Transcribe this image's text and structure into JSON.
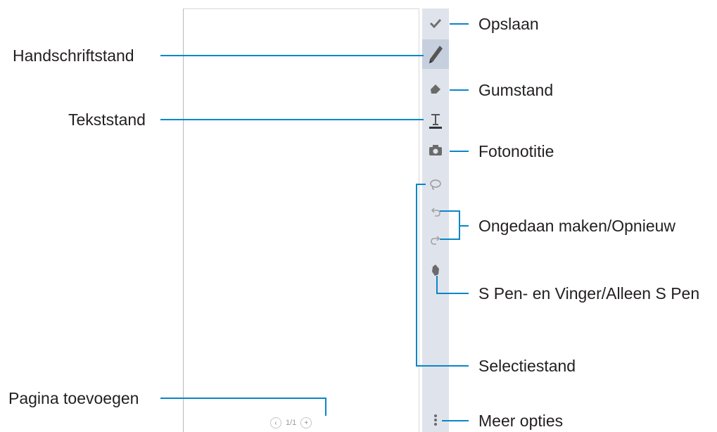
{
  "labels": {
    "save": "Opslaan",
    "handwriting": "Handschriftstand",
    "eraser": "Gumstand",
    "text": "Tekststand",
    "photo": "Fotonotitie",
    "undo_redo": "Ongedaan maken/Opnieuw",
    "pen_mode": "S Pen- en Vinger/Alleen S Pen",
    "selection": "Selectiestand",
    "add_page": "Pagina toevoegen",
    "more_options": "Meer opties"
  },
  "toolbar": {
    "icons": [
      "check-icon",
      "pen-icon",
      "eraser-icon",
      "text-icon",
      "photo-icon",
      "lasso-icon",
      "undo-icon",
      "redo-icon",
      "hand-icon",
      "more-icon"
    ],
    "active": "pen-icon"
  },
  "pager": {
    "prev": "‹",
    "page": "1/1",
    "add": "+"
  },
  "colors": {
    "callout_line": "#0a86c8",
    "toolbar_bg": "#dfe4ec"
  }
}
